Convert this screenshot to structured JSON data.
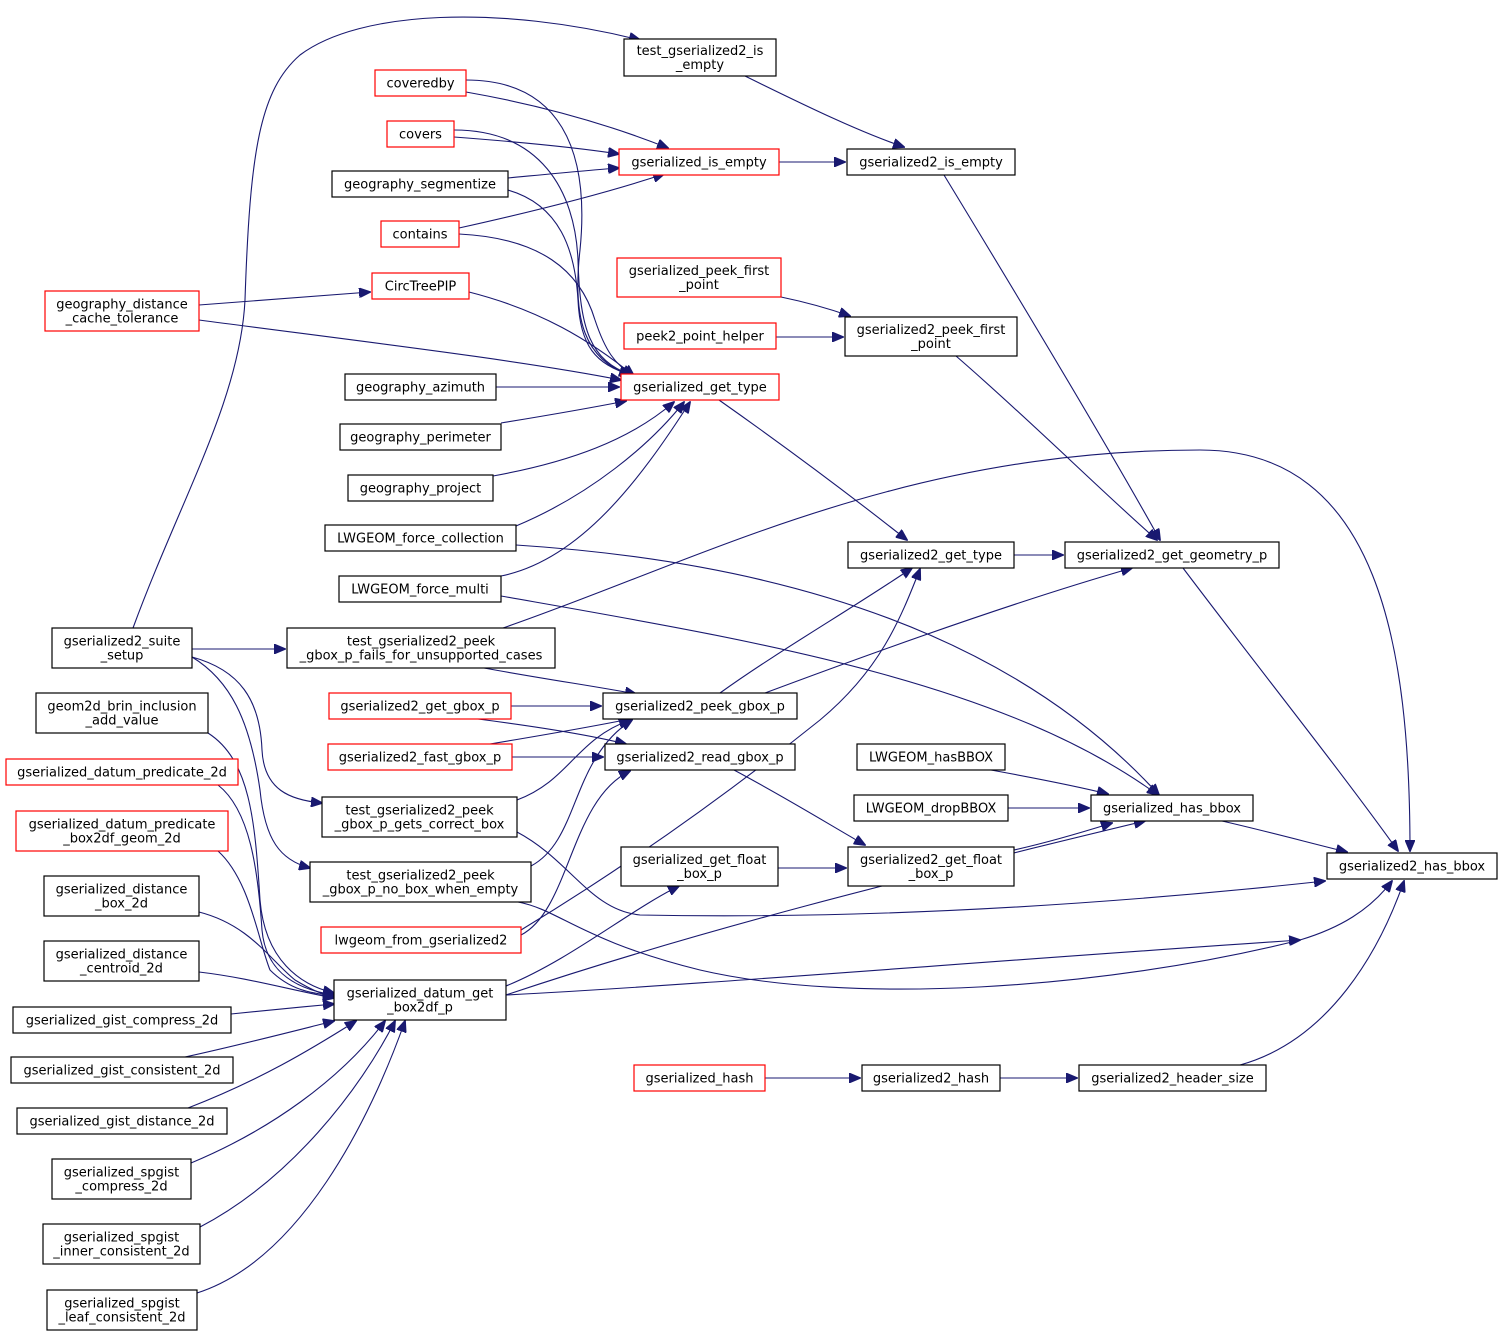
{
  "colors": {
    "edge": "#191970",
    "node_border_normal": "#000000",
    "node_border_external": "#ff0000",
    "node_fill_normal": "#ffffff",
    "node_fill_focus": "#bfbfbf"
  },
  "nodes": {
    "test_gs2_is_empty": {
      "lines": [
        "test_gserialized2_is",
        "_empty"
      ],
      "kind": "normal"
    },
    "coveredby": {
      "lines": [
        "coveredby"
      ],
      "kind": "external"
    },
    "covers": {
      "lines": [
        "covers"
      ],
      "kind": "external"
    },
    "gs_is_empty": {
      "lines": [
        "gserialized_is_empty"
      ],
      "kind": "external"
    },
    "gs2_is_empty": {
      "lines": [
        "gserialized2_is_empty"
      ],
      "kind": "normal"
    },
    "geog_segmentize": {
      "lines": [
        "geography_segmentize"
      ],
      "kind": "normal"
    },
    "contains": {
      "lines": [
        "contains"
      ],
      "kind": "external"
    },
    "gs_peek_first_point": {
      "lines": [
        "gserialized_peek_first",
        "_point"
      ],
      "kind": "external"
    },
    "geog_dist_cache_tol": {
      "lines": [
        "geography_distance",
        "_cache_tolerance"
      ],
      "kind": "external"
    },
    "circtreepip": {
      "lines": [
        "CircTreePIP"
      ],
      "kind": "external"
    },
    "peek2_point_helper": {
      "lines": [
        "peek2_point_helper"
      ],
      "kind": "external"
    },
    "gs2_peek_first_point": {
      "lines": [
        "gserialized2_peek_first",
        "_point"
      ],
      "kind": "normal"
    },
    "geog_azimuth": {
      "lines": [
        "geography_azimuth"
      ],
      "kind": "normal"
    },
    "gs_get_type": {
      "lines": [
        "gserialized_get_type"
      ],
      "kind": "external"
    },
    "geog_perimeter": {
      "lines": [
        "geography_perimeter"
      ],
      "kind": "normal"
    },
    "geog_project": {
      "lines": [
        "geography_project"
      ],
      "kind": "normal"
    },
    "lwgeom_force_collection": {
      "lines": [
        "LWGEOM_force_collection"
      ],
      "kind": "normal"
    },
    "gs2_get_type": {
      "lines": [
        "gserialized2_get_type"
      ],
      "kind": "normal"
    },
    "gs2_get_geometry_p": {
      "lines": [
        "gserialized2_get_geometry_p"
      ],
      "kind": "normal"
    },
    "lwgeom_force_multi": {
      "lines": [
        "LWGEOM_force_multi"
      ],
      "kind": "normal"
    },
    "gs2_suite_setup": {
      "lines": [
        "gserialized2_suite",
        "_setup"
      ],
      "kind": "normal"
    },
    "test_peek_fails": {
      "lines": [
        "test_gserialized2_peek",
        "_gbox_p_fails_for_unsupported_cases"
      ],
      "kind": "normal"
    },
    "geom2d_brin": {
      "lines": [
        "geom2d_brin_inclusion",
        "_add_value"
      ],
      "kind": "normal"
    },
    "gs2_get_gbox_p": {
      "lines": [
        "gserialized2_get_gbox_p"
      ],
      "kind": "external"
    },
    "gs2_peek_gbox_p": {
      "lines": [
        "gserialized2_peek_gbox_p"
      ],
      "kind": "normal"
    },
    "gs_datum_pred_2d": {
      "lines": [
        "gserialized_datum_predicate_2d"
      ],
      "kind": "external"
    },
    "gs2_fast_gbox_p": {
      "lines": [
        "gserialized2_fast_gbox_p"
      ],
      "kind": "external"
    },
    "gs2_read_gbox_p": {
      "lines": [
        "gserialized2_read_gbox_p"
      ],
      "kind": "normal"
    },
    "lwgeom_hasbbox": {
      "lines": [
        "LWGEOM_hasBBOX"
      ],
      "kind": "normal"
    },
    "lwgeom_dropbbox": {
      "lines": [
        "LWGEOM_dropBBOX"
      ],
      "kind": "normal"
    },
    "gs_has_bbox": {
      "lines": [
        "gserialized_has_bbox"
      ],
      "kind": "normal"
    },
    "gs_datum_pred_box2df": {
      "lines": [
        "gserialized_datum_predicate",
        "_box2df_geom_2d"
      ],
      "kind": "external"
    },
    "test_peek_correct": {
      "lines": [
        "test_gserialized2_peek",
        "_gbox_p_gets_correct_box"
      ],
      "kind": "normal"
    },
    "gs_get_float_box_p": {
      "lines": [
        "gserialized_get_float",
        "_box_p"
      ],
      "kind": "normal"
    },
    "gs2_get_float_box_p": {
      "lines": [
        "gserialized2_get_float",
        "_box_p"
      ],
      "kind": "normal"
    },
    "gs2_has_bbox": {
      "lines": [
        "gserialized2_has_bbox"
      ],
      "kind": "focus"
    },
    "gs_distance_box_2d": {
      "lines": [
        "gserialized_distance",
        "_box_2d"
      ],
      "kind": "normal"
    },
    "test_peek_no_box": {
      "lines": [
        "test_gserialized2_peek",
        "_gbox_p_no_box_when_empty"
      ],
      "kind": "normal"
    },
    "lwgeom_from_gs2": {
      "lines": [
        "lwgeom_from_gserialized2"
      ],
      "kind": "external"
    },
    "gs_distance_centroid_2d": {
      "lines": [
        "gserialized_distance",
        "_centroid_2d"
      ],
      "kind": "normal"
    },
    "gs_datum_get_box2df_p": {
      "lines": [
        "gserialized_datum_get",
        "_box2df_p"
      ],
      "kind": "normal"
    },
    "gs_gist_compress_2d": {
      "lines": [
        "gserialized_gist_compress_2d"
      ],
      "kind": "normal"
    },
    "gs_gist_consistent_2d": {
      "lines": [
        "gserialized_gist_consistent_2d"
      ],
      "kind": "normal"
    },
    "gs_hash": {
      "lines": [
        "gserialized_hash"
      ],
      "kind": "external"
    },
    "gs2_hash": {
      "lines": [
        "gserialized2_hash"
      ],
      "kind": "normal"
    },
    "gs2_header_size": {
      "lines": [
        "gserialized2_header_size"
      ],
      "kind": "normal"
    },
    "gs_gist_distance_2d": {
      "lines": [
        "gserialized_gist_distance_2d"
      ],
      "kind": "normal"
    },
    "gs_spgist_compress_2d": {
      "lines": [
        "gserialized_spgist",
        "_compress_2d"
      ],
      "kind": "normal"
    },
    "gs_spgist_inner_consistent_2d": {
      "lines": [
        "gserialized_spgist",
        "_inner_consistent_2d"
      ],
      "kind": "normal"
    },
    "gs_spgist_leaf_consistent_2d": {
      "lines": [
        "gserialized_spgist",
        "_leaf_consistent_2d"
      ],
      "kind": "normal"
    }
  }
}
